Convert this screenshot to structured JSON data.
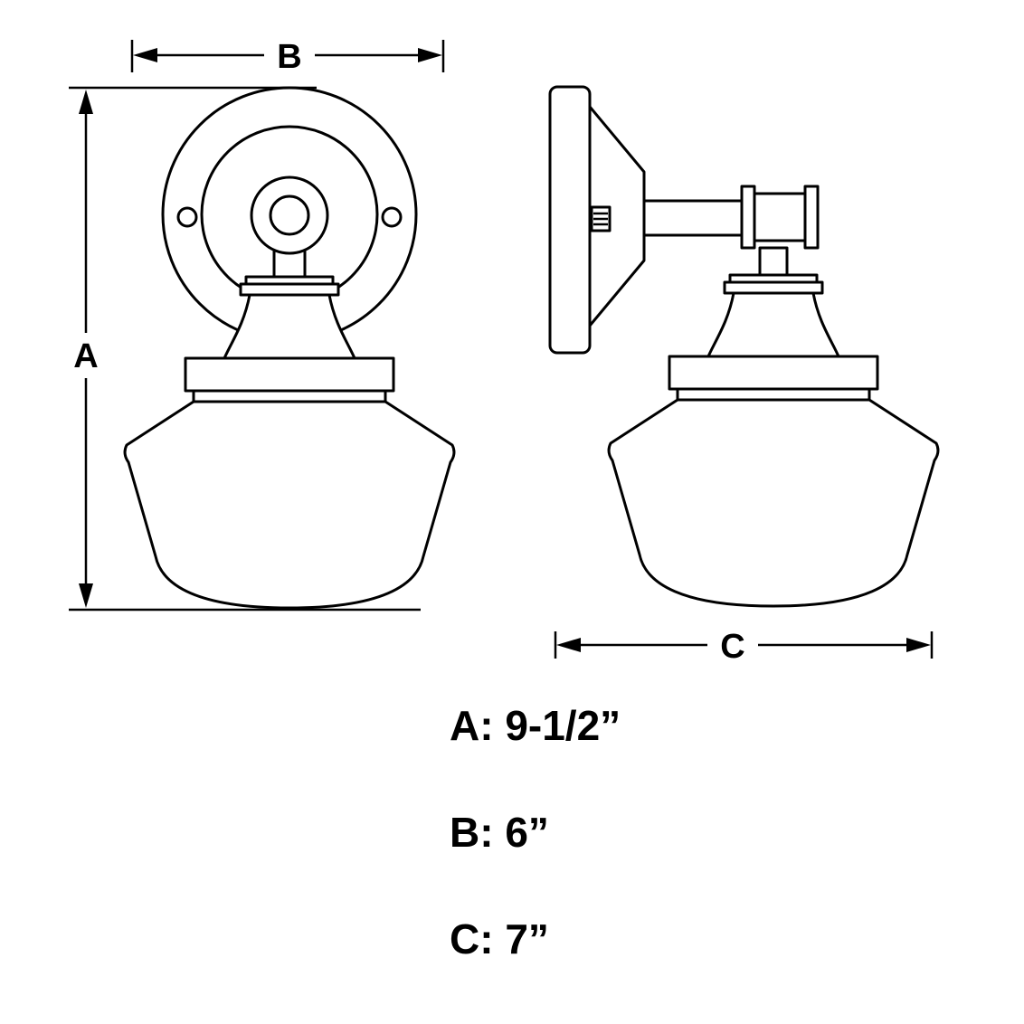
{
  "dim_labels": {
    "a": "A",
    "b": "B",
    "c": "C"
  },
  "specs": {
    "a": "A: 9-1/2”",
    "b": "B: 6”",
    "c": "C: 7”"
  }
}
